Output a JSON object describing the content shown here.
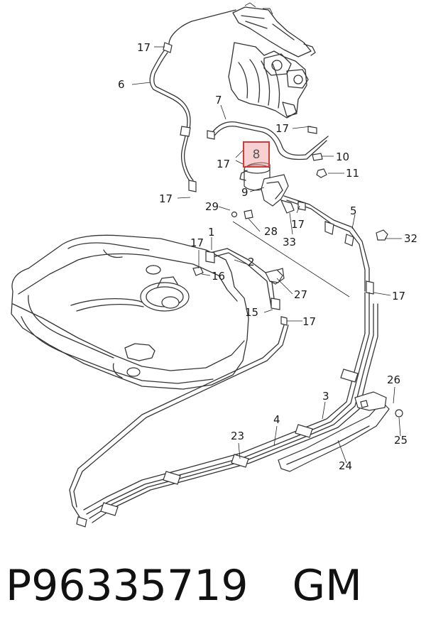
{
  "callouts": {
    "c1": "1",
    "c2": "2",
    "c3": "3",
    "c4": "4",
    "c5": "5",
    "c6": "6",
    "c7": "7",
    "c8": "8",
    "c9": "9",
    "c10": "10",
    "c11": "11",
    "c15": "15",
    "c16": "16",
    "c17": "17",
    "c23": "23",
    "c24": "24",
    "c25": "25",
    "c26": "26",
    "c27": "27",
    "c28": "28",
    "c29": "29",
    "c32": "32",
    "c33": "33"
  },
  "highlight": {
    "part": "8",
    "color": "#d23a3a"
  },
  "caption": {
    "part_number": "P96335719",
    "brand": "GM"
  }
}
